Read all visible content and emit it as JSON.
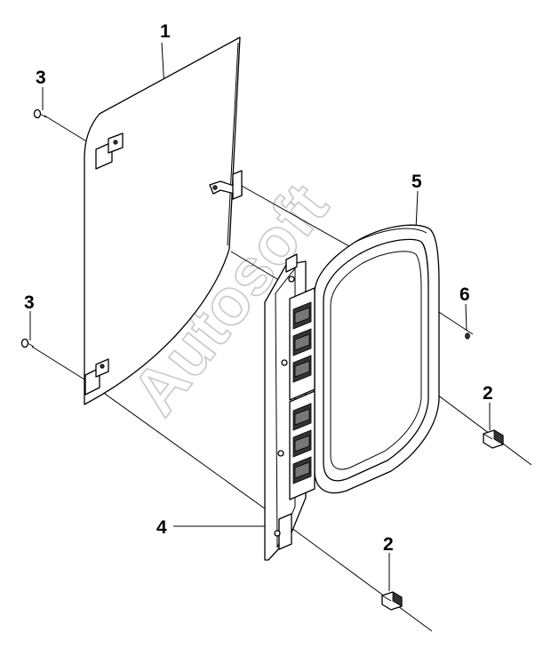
{
  "callouts": {
    "c1": "1",
    "c2a": "2",
    "c2b": "2",
    "c3a": "3",
    "c3b": "3",
    "c4": "4",
    "c5": "5",
    "c6": "6"
  },
  "watermark": "Autosoft"
}
